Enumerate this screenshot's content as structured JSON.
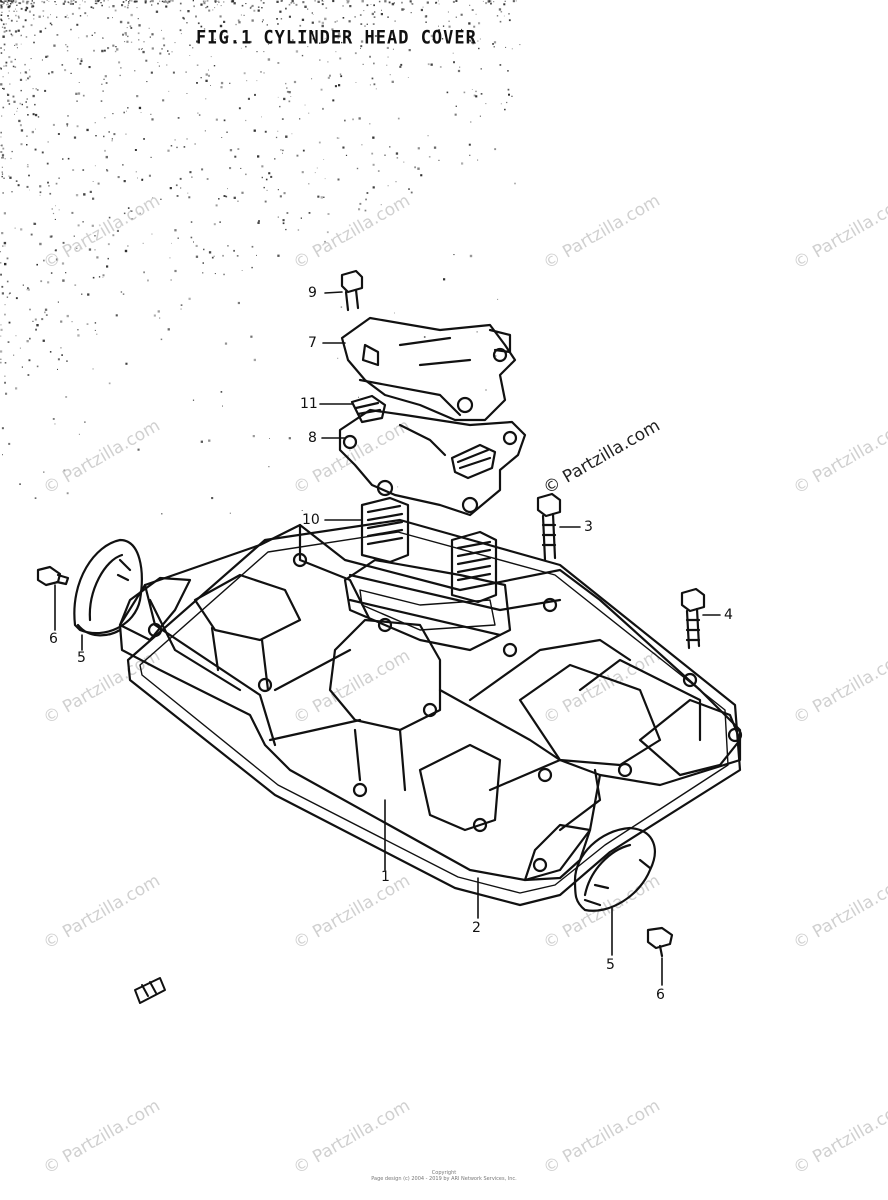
{
  "header": {
    "title": "FIG.1  CYLINDER HEAD COVER"
  },
  "watermark": {
    "text": "© Partzilla.com"
  },
  "callouts": {
    "c1": "1",
    "c2": "2",
    "c3": "3",
    "c4": "4",
    "c5a": "5",
    "c5b": "5",
    "c6a": "6",
    "c6b": "6",
    "c7": "7",
    "c8": "8",
    "c9": "9",
    "c10": "10",
    "c11": "11"
  },
  "footer": {
    "line1": "Copyright",
    "line2": "Page design (c) 2004 - 2019 by ARI Network Services, Inc."
  },
  "colors": {
    "ink": "#111111",
    "watermark": "#c8c8c8"
  }
}
